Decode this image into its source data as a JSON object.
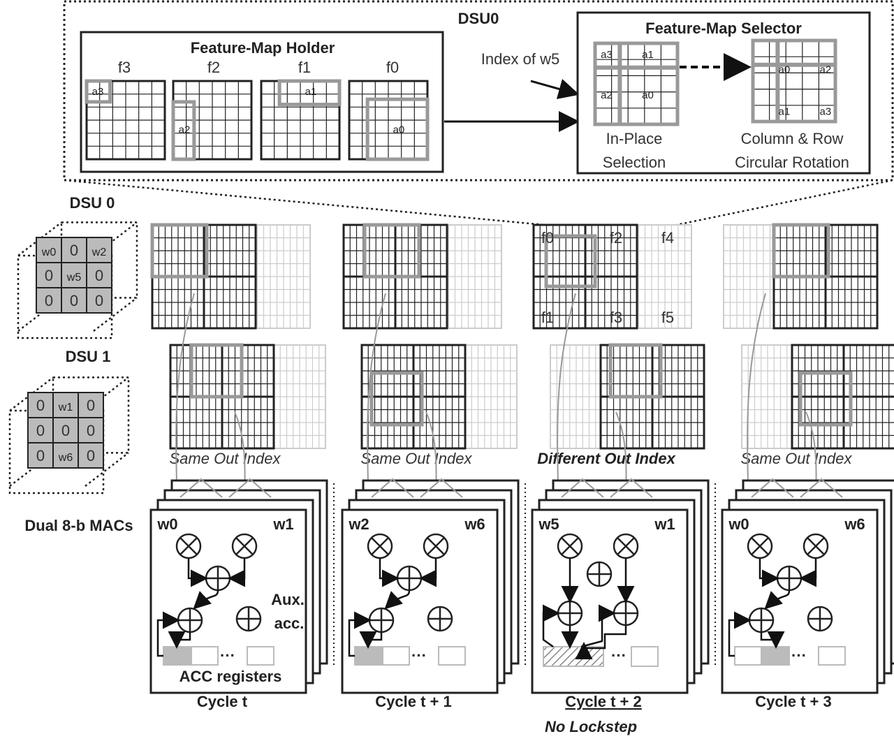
{
  "dsu0_zoom": {
    "title": "DSU0",
    "holder": {
      "title": "Feature-Map Holder",
      "maps": [
        {
          "label": "f3",
          "sub": "a3"
        },
        {
          "label": "f2",
          "sub": "a2"
        },
        {
          "label": "f1",
          "sub": "a1"
        },
        {
          "label": "f0",
          "sub": "a0"
        }
      ]
    },
    "index_label": "Index of w5",
    "selector": {
      "title": "Feature-Map Selector",
      "left": {
        "cells": [
          "a3",
          "a1",
          "a2",
          "a0"
        ],
        "caption1": "In-Place",
        "caption2": "Selection"
      },
      "right": {
        "cells": [
          "a0",
          "a2",
          "a1",
          "a3"
        ],
        "caption1": "Column & Row",
        "caption2": "Circular Rotation"
      }
    }
  },
  "left_labels": {
    "dsu0": "DSU 0",
    "dsu1": "DSU 1",
    "macs": "Dual 8-b MACs"
  },
  "kernel0": [
    "w0",
    "0",
    "w2",
    "0",
    "w5",
    "0",
    "0",
    "0",
    "0"
  ],
  "kernel1": [
    "0",
    "w1",
    "0",
    "0",
    "0",
    "0",
    "0",
    "w6",
    "0"
  ],
  "fmap_labels": {
    "f0": "f0",
    "f1": "f1",
    "f2": "f2",
    "f3": "f3",
    "f4": "f4",
    "f5": "f5"
  },
  "cycles": [
    {
      "label": "Cycle t",
      "index_text": "Same Out Index",
      "w_left": "w0",
      "w_right": "w1",
      "aux1": "Aux.",
      "aux2": "acc.",
      "acc": "ACC registers"
    },
    {
      "label": "Cycle t + 1",
      "index_text": "Same Out Index",
      "w_left": "w2",
      "w_right": "w6"
    },
    {
      "label": "Cycle t + 2",
      "index_text": "Different Out Index",
      "w_left": "w5",
      "w_right": "w1",
      "note": "No Lockstep"
    },
    {
      "label": "Cycle t + 3",
      "index_text": "Same Out Index",
      "w_left": "w0",
      "w_right": "w6"
    }
  ],
  "dots": "···"
}
